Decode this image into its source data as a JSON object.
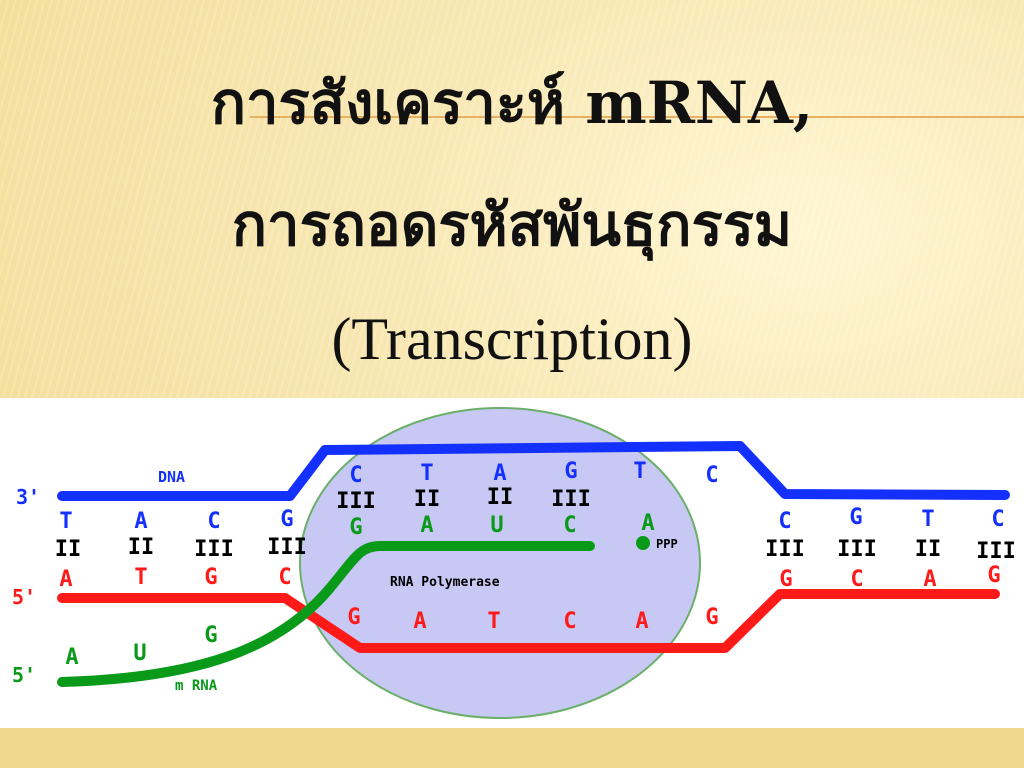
{
  "slide": {
    "title_line1": "การสังเคราะห์ mRNA,",
    "title_line2": "การถอดรหัสพันธุกรรม",
    "title_line3": "(Transcription)"
  },
  "diagram": {
    "labels": {
      "dna": "DNA",
      "mrna": "m RNA",
      "polymerase": "RNA Polymerase",
      "ppp": "PPP",
      "end_3": "3'",
      "end_5_top": "5'",
      "end_5_mrna": "5'"
    },
    "colors": {
      "dna_top": "#1430ff",
      "dna_bottom": "#ff1a1a",
      "mrna": "#0a9a1a",
      "polymerase_fill": "#c8c8f4"
    },
    "left_top_bases": [
      "T",
      "A",
      "C",
      "G"
    ],
    "left_bottom_bases": [
      "A",
      "T",
      "G",
      "C"
    ],
    "left_bonds": [
      "II",
      "II",
      "III",
      "III"
    ],
    "bubble_top_bases": [
      "C",
      "T",
      "A",
      "G",
      "T",
      "C"
    ],
    "bubble_bonds": [
      "III",
      "II",
      "II",
      "III"
    ],
    "bubble_rna_bases": [
      "G",
      "A",
      "U",
      "C",
      "A"
    ],
    "bubble_bottom_bases": [
      "G",
      "A",
      "T",
      "C",
      "A",
      "G"
    ],
    "right_top_bases": [
      "C",
      "G",
      "T",
      "C"
    ],
    "right_bonds": [
      "III",
      "III",
      "II",
      "III"
    ],
    "right_bottom_bases": [
      "G",
      "C",
      "A",
      "G"
    ],
    "mrna_out_bases": [
      "A",
      "U",
      "G"
    ]
  }
}
